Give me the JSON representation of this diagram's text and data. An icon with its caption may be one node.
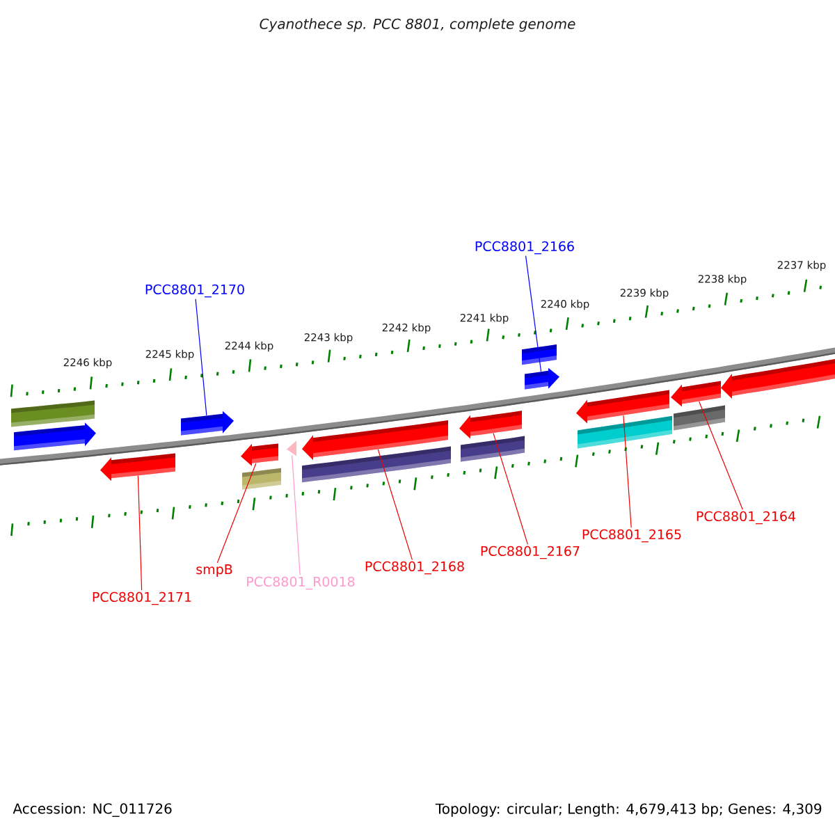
{
  "diagram": {
    "title": "Cyanothece sp. PCC 8801, complete genome",
    "nodes": [
      {
        "text": [
          "PCC8801_2166"
        ]
      },
      {
        "text": [
          "PCC8801_2170"
        ]
      },
      {
        "text": [
          "PCC8801_2164"
        ]
      },
      {
        "text": [
          "PCC8801_2165"
        ]
      },
      {
        "text": [
          "PCC8801_2167"
        ]
      },
      {
        "text": [
          "PCC8801_2168"
        ]
      },
      {
        "text": [
          "smpB"
        ]
      },
      {
        "text": [
          "PCC8801_R0018"
        ]
      },
      {
        "text": [
          "PCC8801_2171"
        ]
      },
      {
        "text": [],
        "shape": "bar"
      },
      {
        "text": [],
        "shape": "bar"
      },
      {
        "text": [],
        "shape": "bar"
      },
      {
        "text": [],
        "shape": "bar"
      },
      {
        "text": [],
        "shape": "bar"
      },
      {
        "text": [],
        "shape": "bar"
      },
      {
        "text": [],
        "shape": "bar"
      },
      {
        "text": [],
        "shape": "triangle"
      },
      {
        "text": [],
        "shape": "bar"
      },
      {
        "text": [],
        "shape": "bar"
      },
      {
        "text": [],
        "shape": "bar"
      },
      {
        "text": [],
        "shape": "bar"
      },
      {
        "text": [],
        "shape": "bar"
      },
      {
        "text": [],
        "shape": "bar"
      },
      {
        "text": [],
        "shape": "bar"
      },
      {
        "text": [],
        "shape": "bar"
      },
      {
        "text": [],
        "shape": "bar"
      },
      {
        "text": [],
        "shape": "bar"
      }
    ],
    "edges": [
      {
        "from": 0,
        "to": 9,
        "arrow": "none",
        "color": "#0000ff"
      },
      {
        "from": 1,
        "to": 10,
        "arrow": "none",
        "color": "#0000ff"
      },
      {
        "from": 2,
        "to": 11,
        "arrow": "none"
      },
      {
        "from": 3,
        "to": 12,
        "arrow": "none"
      },
      {
        "from": 4,
        "to": 13,
        "arrow": "none"
      },
      {
        "from": 5,
        "to": 14,
        "arrow": "none"
      },
      {
        "from": 6,
        "to": 15,
        "arrow": "none"
      },
      {
        "from": 7,
        "to": 16,
        "arrow": "none",
        "color": "#ff99cc"
      },
      {
        "from": 8,
        "to": 17,
        "arrow": "none"
      }
    ],
    "labels": [
      "2237 kbp",
      "2238 kbp",
      "2239 kbp",
      "2240 kbp",
      "2241 kbp",
      "2242 kbp",
      "2243 kbp",
      "2244 kbp",
      "2245 kbp",
      "2246 kbp",
      "Accession: NC_011726",
      "Topology: circular; Length: 4,679,413 bp; Genes: 4,309"
    ]
  }
}
